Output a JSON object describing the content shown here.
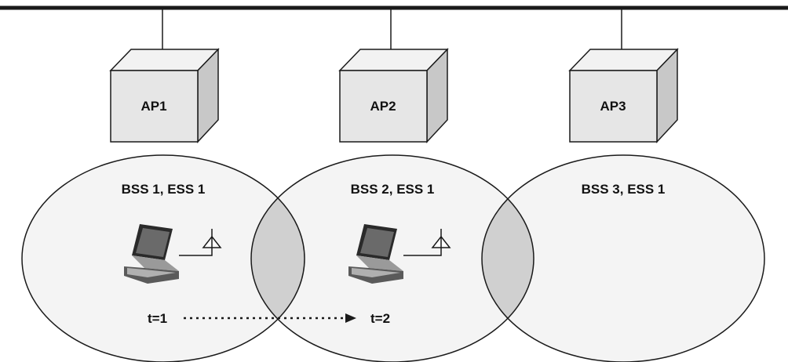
{
  "colors": {
    "backbone": "#1a1a1a",
    "cube_front": "#e6e6e6",
    "cube_top": "#f2f2f2",
    "cube_side": "#c8c8c8",
    "ellipse_fill": "#f4f4f4",
    "ellipse_stroke": "#1a1a1a",
    "overlap_fill": "#d0d0d0",
    "arrow": "#1a1a1a"
  },
  "access_points": [
    {
      "label": "AP1"
    },
    {
      "label": "AP2"
    },
    {
      "label": "AP3"
    }
  ],
  "cells": [
    {
      "label": "BSS 1, ESS 1"
    },
    {
      "label": "BSS 2, ESS 1"
    },
    {
      "label": "BSS 3, ESS 1"
    }
  ],
  "stations": [
    {
      "icon": "laptop-icon",
      "time_label": "t=1"
    },
    {
      "icon": "laptop-icon",
      "time_label": "t=2"
    }
  ],
  "movement": {
    "icon": "dotted-arrow-icon"
  }
}
